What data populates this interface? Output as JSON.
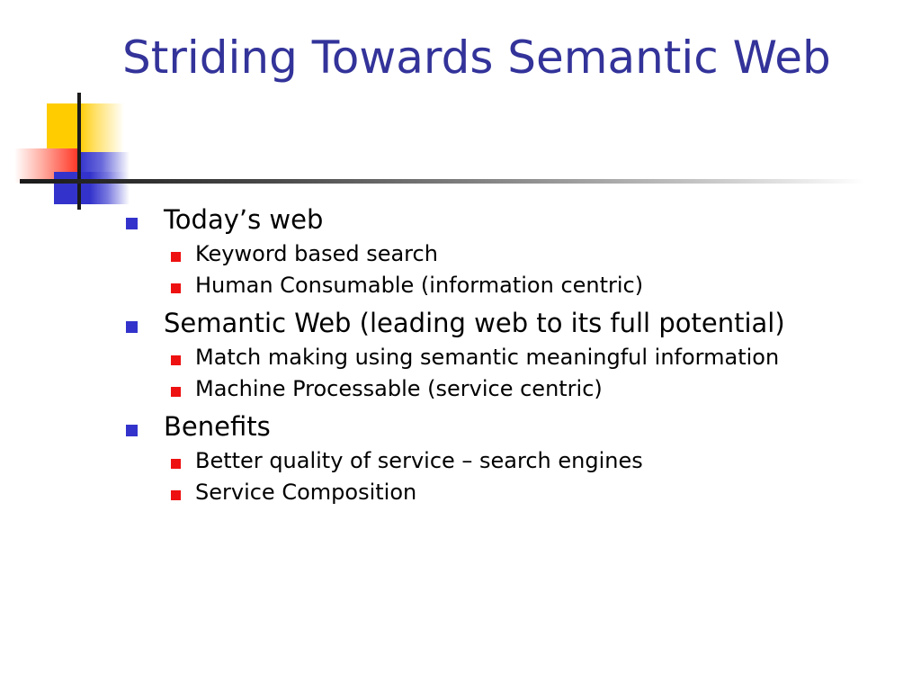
{
  "slide": {
    "title": "Striding Towards Semantic Web",
    "title_color": "#33339A",
    "background_color": "#ffffff",
    "body_text_color": "#000000",
    "level1_marker_color": "#3333CC",
    "level2_marker_color": "#EE1111",
    "decoration": {
      "yellow": "#FFCC00",
      "red": "#FF3322",
      "blue": "#3333CC",
      "line": "#1a1a1a"
    },
    "bullets": [
      {
        "level": 1,
        "text": "Today’s web"
      },
      {
        "level": 2,
        "text": "Keyword based search"
      },
      {
        "level": 2,
        "text": "Human Consumable (information centric)"
      },
      {
        "level": 1,
        "text": "Semantic Web (leading web to its full potential)"
      },
      {
        "level": 2,
        "text": "Match making using semantic meaningful information"
      },
      {
        "level": 2,
        "text": "Machine Processable (service centric)"
      },
      {
        "level": 1,
        "text": "Benefits"
      },
      {
        "level": 2,
        "text": "Better quality of service – search engines"
      },
      {
        "level": 2,
        "text": "Service Composition"
      }
    ]
  }
}
